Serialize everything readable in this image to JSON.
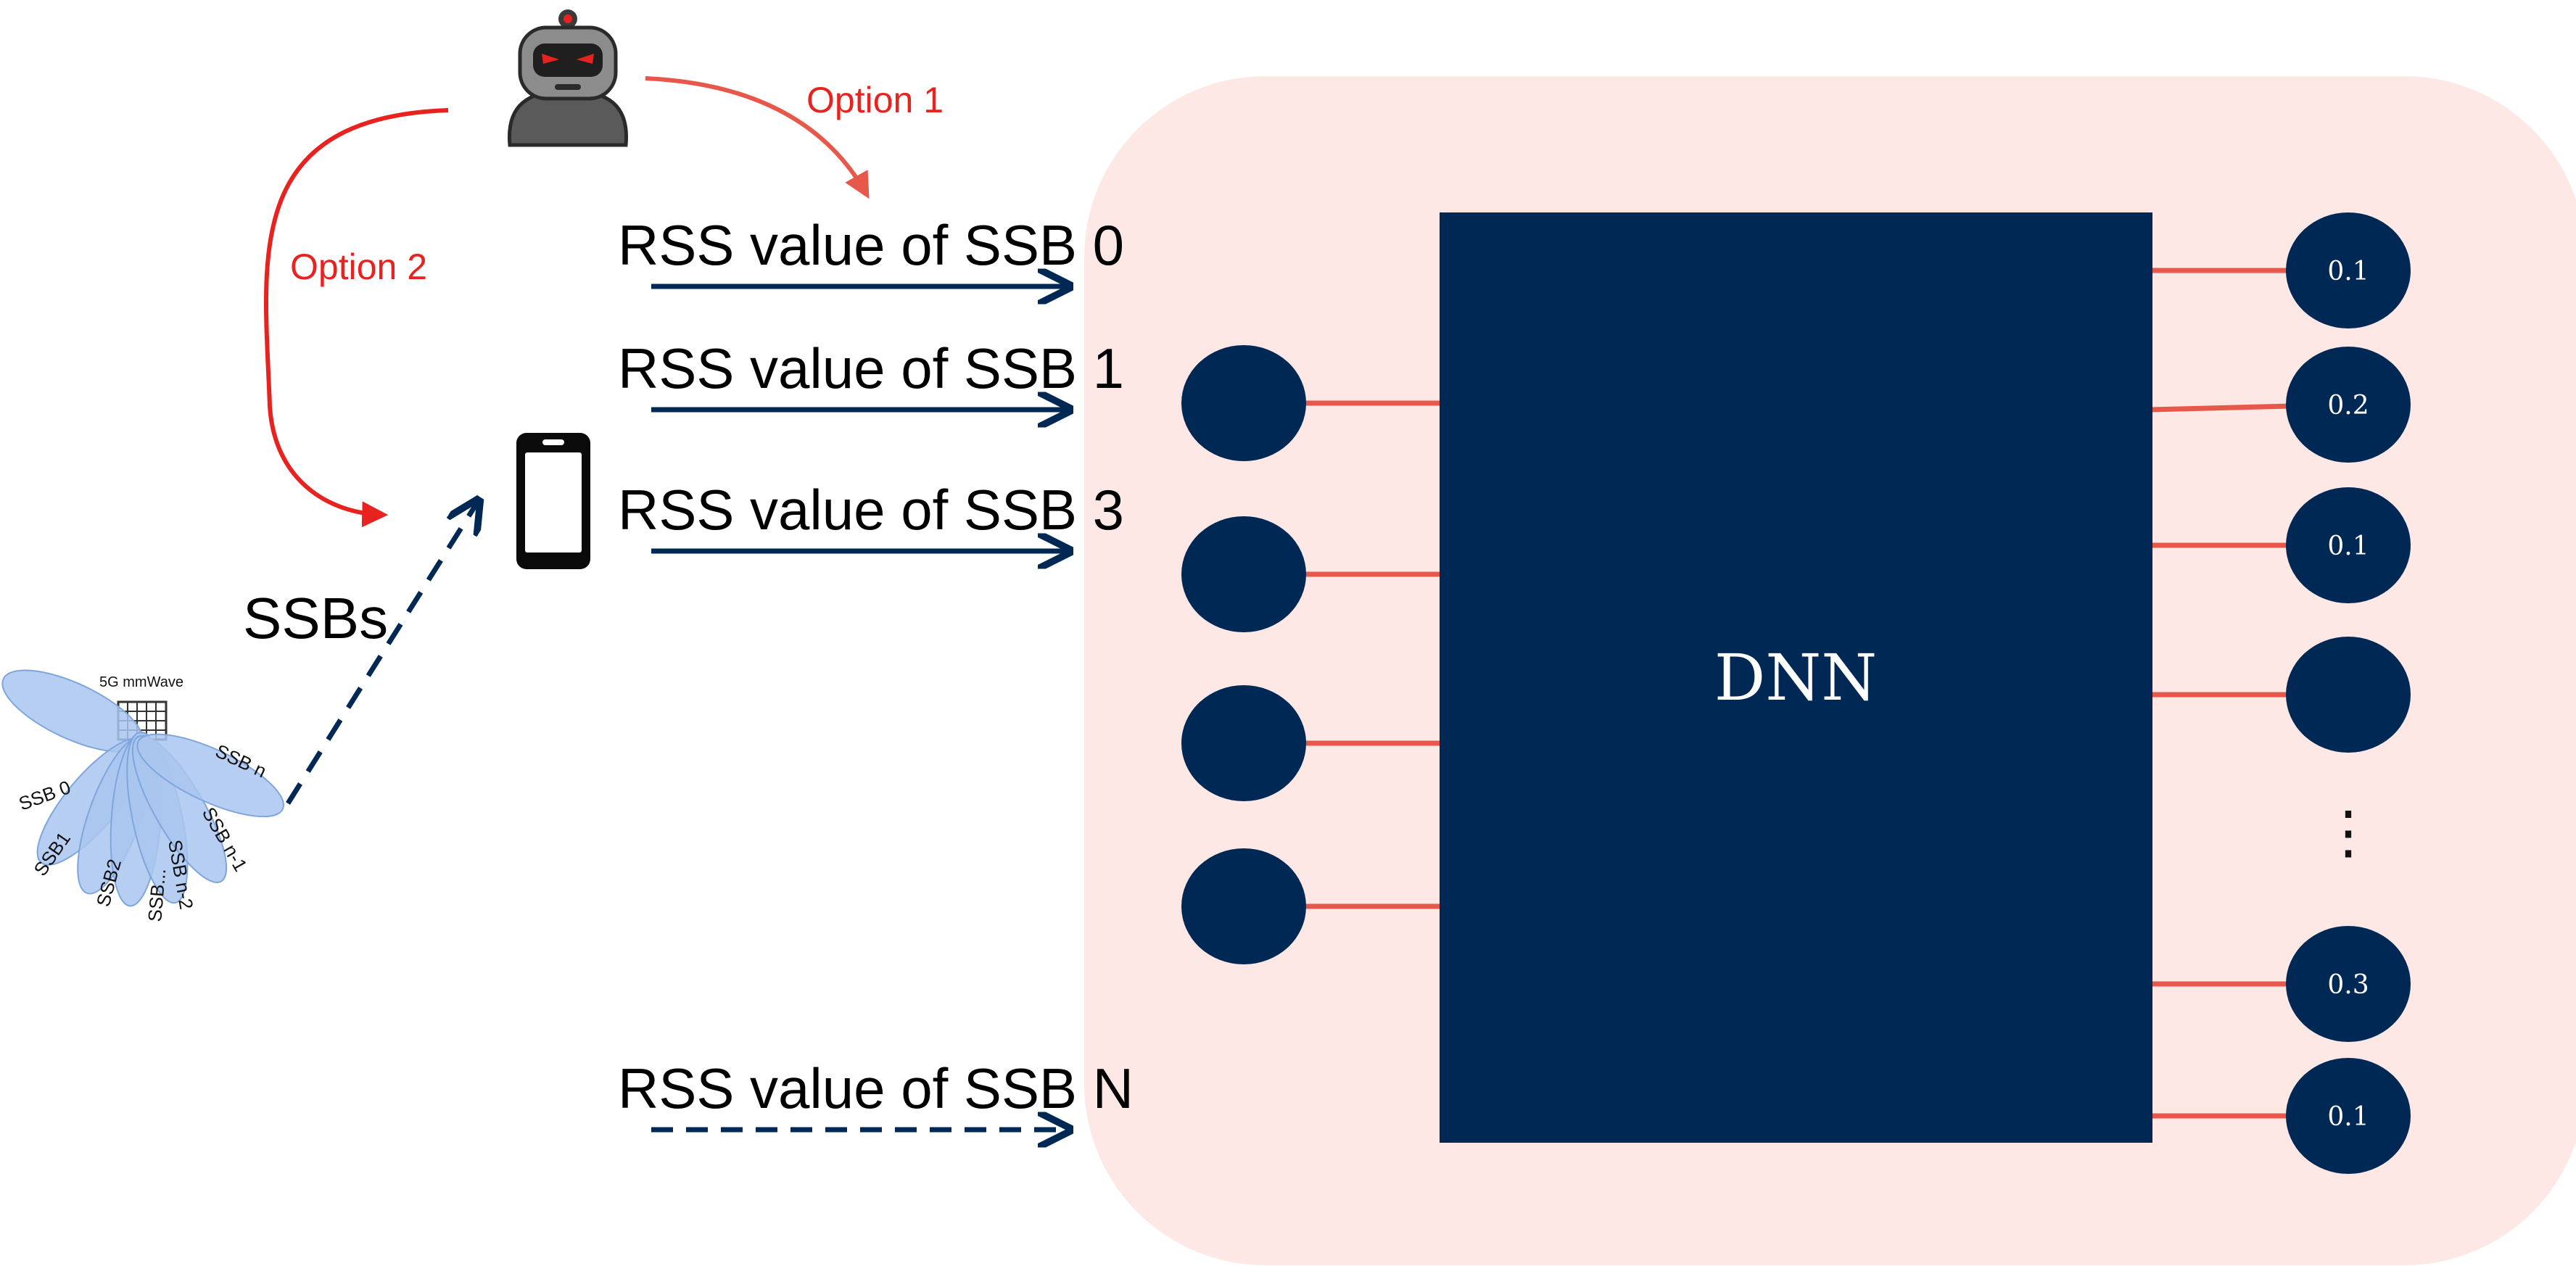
{
  "colors": {
    "navy": "#002855",
    "panel": "#fde8e6",
    "edge": "#e8584a",
    "attack": "#e8231f",
    "beam": "#a9c6ee"
  },
  "attacker": {
    "icon": "robot-attacker-icon"
  },
  "phone": {
    "icon": "smartphone-icon"
  },
  "base_station": {
    "caption": "5G mmWave",
    "icon": "antenna-array-icon"
  },
  "options": {
    "option1": "Option 1",
    "option2": "Option 2"
  },
  "ssbs_label": "SSBs",
  "beams": [
    "SSB 0",
    "SSB1",
    "SSB2",
    "SSB...",
    "SSB n-2",
    "SSB n-1",
    "SSB n"
  ],
  "rss_inputs": [
    {
      "label": "RSS value of SSB 0",
      "arrow": "solid"
    },
    {
      "label": "RSS value of SSB 1",
      "arrow": "solid"
    },
    {
      "label": "RSS value of SSB 3",
      "arrow": "solid"
    },
    {
      "label": "RSS value of SSB N",
      "arrow": "dashed"
    }
  ],
  "dnn": {
    "label": "DNN"
  },
  "input_nodes": 4,
  "output_nodes": [
    "0.1",
    "0.2",
    "0.1",
    "",
    "0.3",
    "0.1"
  ],
  "ellipsis": "⋮"
}
